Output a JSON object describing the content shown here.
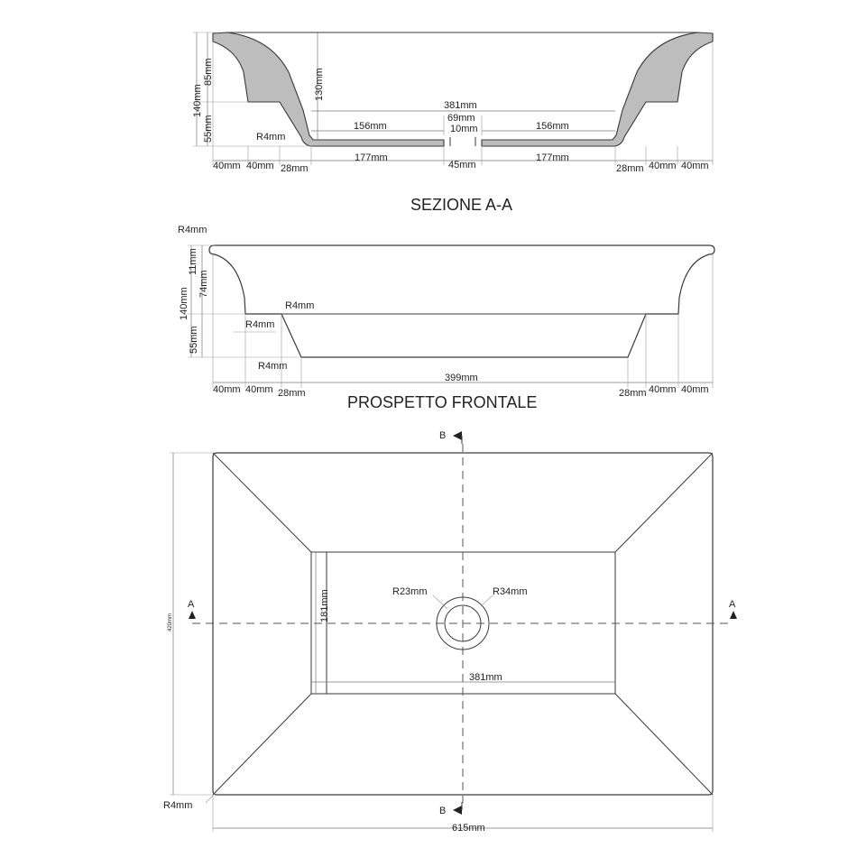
{
  "section_view": {
    "title": "SEZIONE A-A",
    "dim_total_height": "140mm",
    "dim_rim_height": "85mm",
    "dim_base_height": "55mm",
    "dim_inner_depth": "130mm",
    "dim_radius": "R4mm",
    "dim_inner_width": "381mm",
    "dim_drain_outer": "69mm",
    "dim_drain_inner": "10mm",
    "dim_floor_left": "156mm",
    "dim_floor_right": "156mm",
    "dim_bottom_left": "177mm",
    "dim_bottom_center": "45mm",
    "dim_bottom_right": "177mm",
    "dim_left_a": "40mm",
    "dim_left_b": "40mm",
    "dim_left_c": "28mm",
    "dim_right_c": "28mm",
    "dim_right_b": "40mm",
    "dim_right_a": "40mm"
  },
  "front_view": {
    "title": "PROSPETTO FRONTALE",
    "dim_radius_top": "R4mm",
    "dim_rim_thickness": "11mm",
    "dim_flare_height": "74mm",
    "dim_total_height": "140mm",
    "dim_base_height": "55mm",
    "dim_radius_shoulder": "R4mm",
    "dim_radius_inner": "R4mm",
    "dim_radius_bottom": "R4mm",
    "dim_bottom_width": "399mm",
    "dim_left_a": "40mm",
    "dim_left_b": "40mm",
    "dim_left_c": "28mm",
    "dim_right_c": "28mm",
    "dim_right_b": "40mm",
    "dim_right_a": "40mm"
  },
  "plan_view": {
    "marker_b_top": "B",
    "marker_b_bottom": "B",
    "marker_a_left": "A",
    "marker_a_right": "A",
    "dim_drain_inner_radius": "R23mm",
    "dim_drain_outer_radius": "R34mm",
    "dim_floor_depth": "181mm",
    "dim_floor_width": "381mm",
    "dim_total_depth": "420mm",
    "dim_corner_radius": "R4mm",
    "dim_total_width": "615mm"
  }
}
